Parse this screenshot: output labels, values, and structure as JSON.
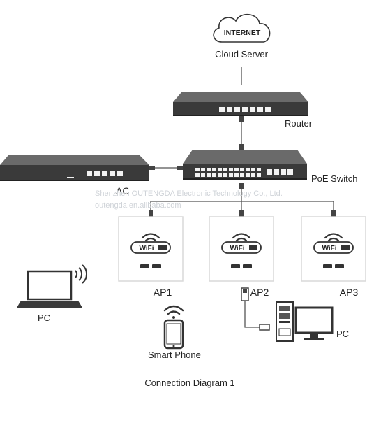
{
  "cloud": {
    "badge": "INTERNET",
    "label": "Cloud Server"
  },
  "router": {
    "label": "Router"
  },
  "ac": {
    "label": "AC"
  },
  "switch": {
    "label": "PoE Switch"
  },
  "aps": [
    {
      "label": "AP1",
      "badge": "WiFi"
    },
    {
      "label": "AP2",
      "badge": "WiFi"
    },
    {
      "label": "AP3",
      "badge": "WiFi"
    }
  ],
  "ap_port_labels": [
    "",
    ""
  ],
  "clients": {
    "pc_left": "PC",
    "smartphone": "Smart Phone",
    "pc_right": "PC"
  },
  "watermark": {
    "line1": "Shenzhen OUTENGDA Electronic Technology Co., Ltd.",
    "line2": "outengda.en.alibaba.com"
  },
  "caption": "Connection Diagram 1",
  "colors": {
    "line": "#555555",
    "device": "#3a3a3a",
    "port": "#f2f2f2",
    "watermark": "#cfd3d8"
  }
}
